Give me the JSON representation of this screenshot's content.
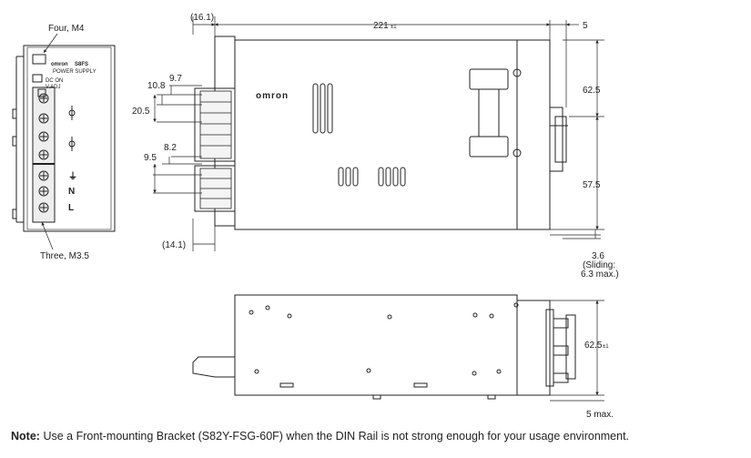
{
  "brand": "omron",
  "model": "S8FS",
  "product_type": "POWER SUPPLY",
  "front_view": {
    "callout_top": "Four, M4",
    "callout_bottom": "Three, M3.5",
    "terminal_labels": [
      "⏚",
      "N",
      "L"
    ],
    "indicator_labels": [
      "DC ON",
      "V.ADJ"
    ]
  },
  "side_view": {
    "dims": {
      "top_offset": "(16.1)",
      "width": "221",
      "width_tol": "±1",
      "rail_offset": "5",
      "rail_top": "62.5",
      "rail_bottom": "57.5",
      "terminal_pitch_a": "9.7",
      "terminal_pitch_b": "10.8",
      "terminal_span": "20.5",
      "terminal_pitch_c": "8.2",
      "terminal_pitch_d": "9.5",
      "bottom_offset": "(14.1)",
      "slide": "3.6",
      "slide_note_1": "(Sliding:",
      "slide_note_2": "6.3 max.)"
    }
  },
  "bottom_view": {
    "dims": {
      "height": "62.5",
      "height_tol": "±1",
      "bottom_max": "5 max."
    }
  },
  "note": {
    "label": "Note:",
    "text": "Use a Front-mounting Bracket (S82Y-FSG-60F) when the DIN Rail is not strong enough for your usage environment."
  }
}
